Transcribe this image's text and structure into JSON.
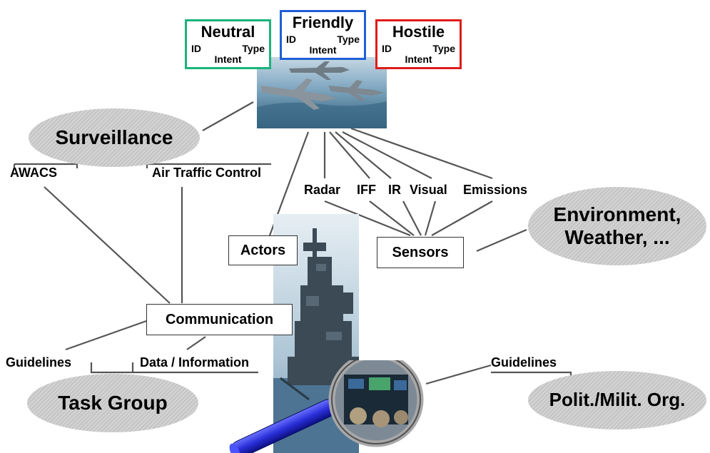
{
  "id_boxes": [
    {
      "key": "neutral",
      "title": "Neutral",
      "id": "ID",
      "type": "Type",
      "intent": "Intent",
      "color": "#19b37a"
    },
    {
      "key": "friendly",
      "title": "Friendly",
      "id": "ID",
      "type": "Type",
      "intent": "Intent",
      "color": "#1f5fd6"
    },
    {
      "key": "hostile",
      "title": "Hostile",
      "id": "ID",
      "type": "Type",
      "intent": "Intent",
      "color": "#e01b1b"
    }
  ],
  "ellipses": {
    "surveillance": "Surveillance",
    "environment_line1": "Environment,",
    "environment_line2": "Weather, ...",
    "task_group": "Task Group",
    "polit_milit": "Polit./Milit. Org."
  },
  "boxes": {
    "actors": "Actors",
    "sensors": "Sensors",
    "communication": "Communication"
  },
  "labels": {
    "awacs": "AWACS",
    "air_traffic_control": "Air Traffic Control",
    "radar": "Radar",
    "iff": "IFF",
    "ir": "IR",
    "visual": "Visual",
    "emissions": "Emissions",
    "guidelines_left": "Guidelines",
    "data_information": "Data / Information",
    "guidelines_right": "Guidelines"
  },
  "images": {
    "aircraft_photo": "aircraft-photo",
    "warship_photo": "warship-photo",
    "magnifier": "magnifying-glass-icon"
  },
  "colors": {
    "line": "#555555",
    "ellipse_fill": "#cccccc",
    "sea": "#5a7fa6",
    "sky": "#c8d8e8"
  }
}
